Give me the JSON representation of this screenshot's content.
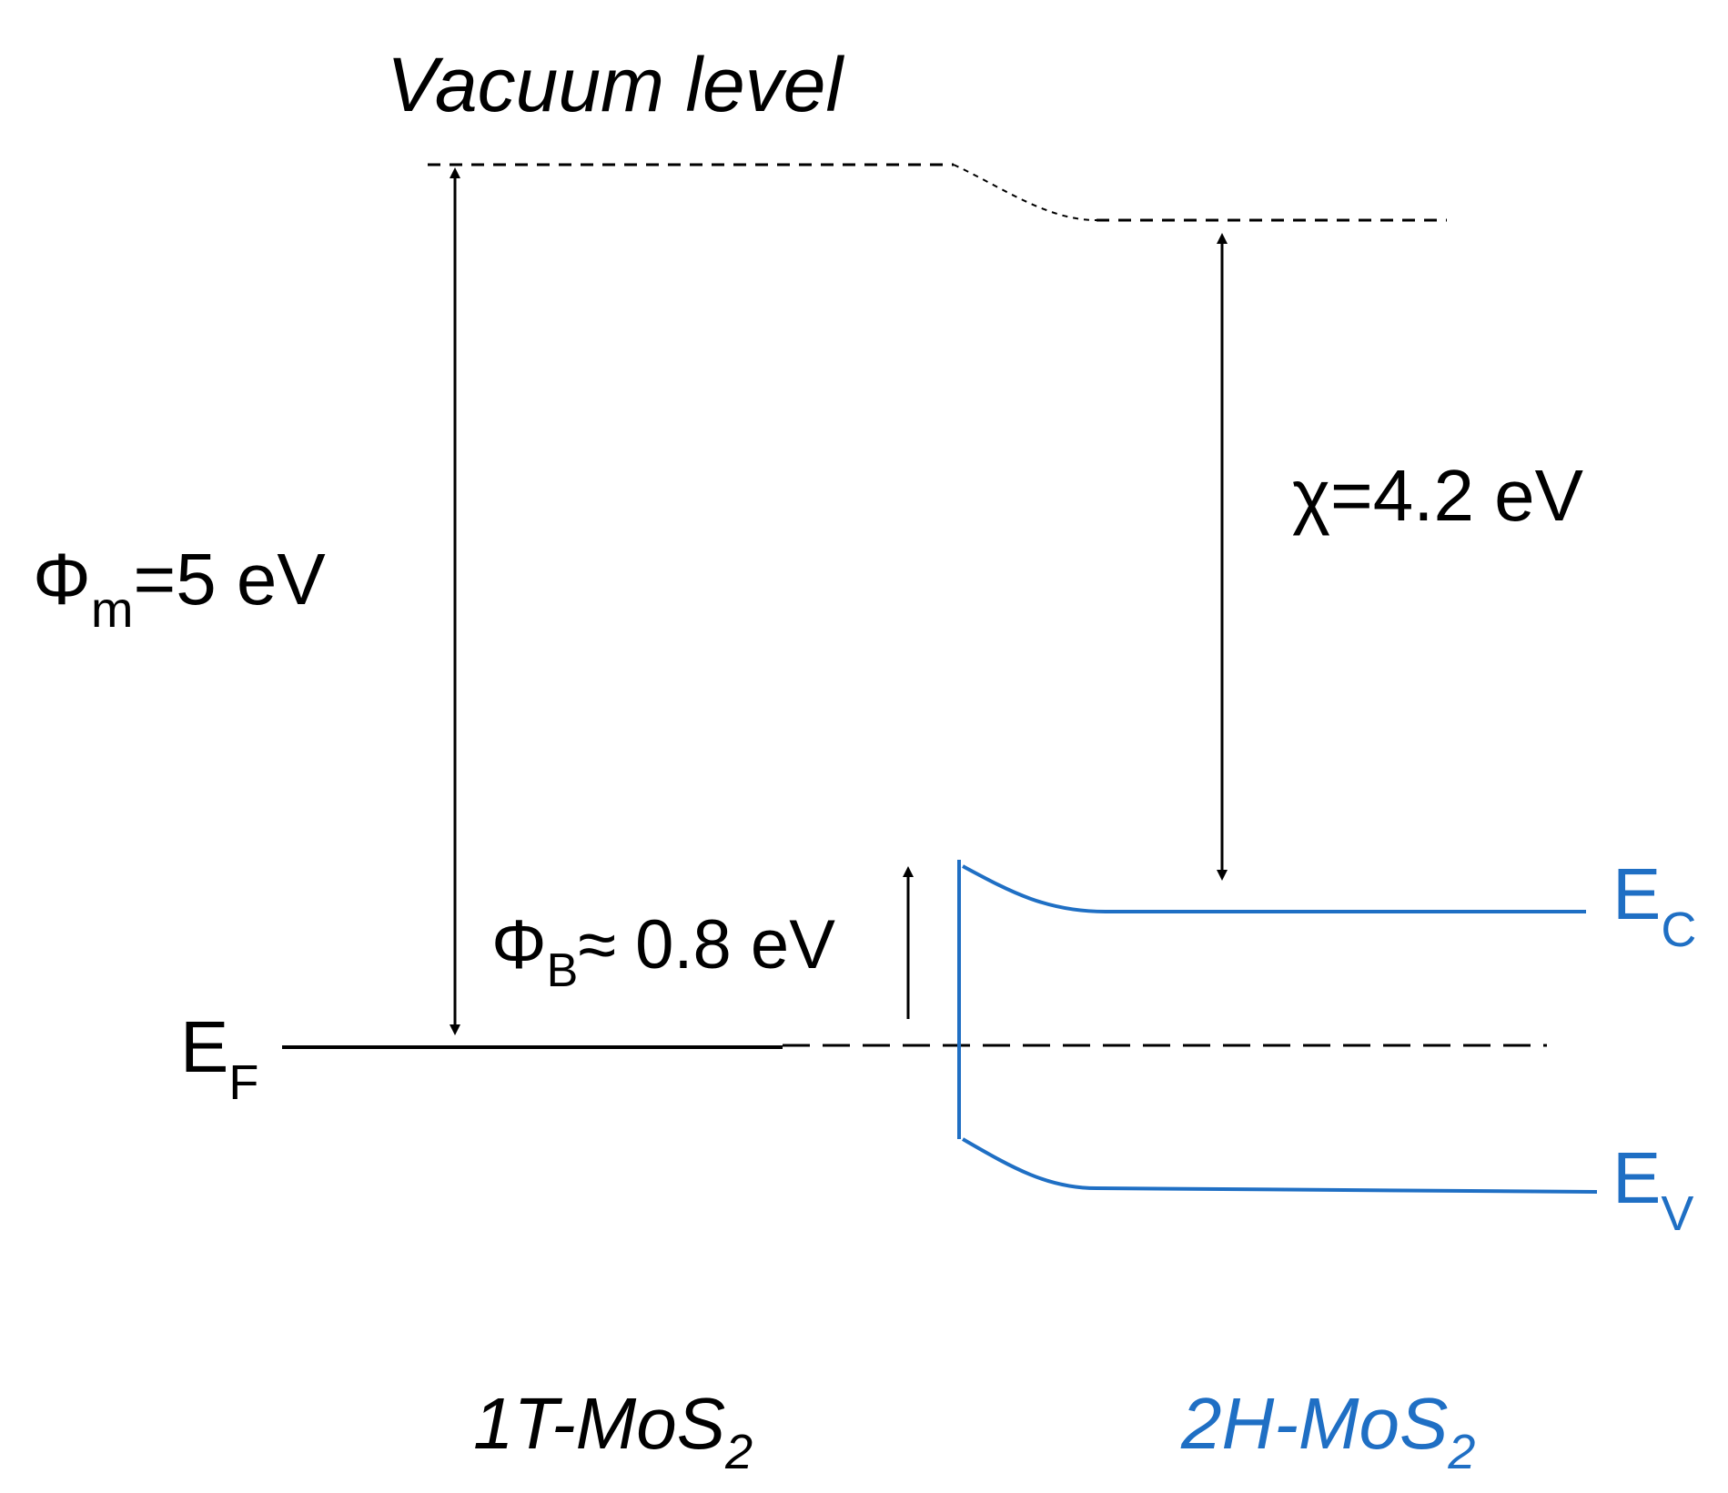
{
  "vacuum_label": "Vacuum level",
  "phi_m": {
    "symbol": "Φ",
    "sub": "m",
    "rest": "=5 eV"
  },
  "chi": {
    "symbol": "χ",
    "rest": "=4.2 eV"
  },
  "phi_b": {
    "symbol": "Φ",
    "sub": "B",
    "rest": "≈ 0.8 eV"
  },
  "ef": {
    "main": "E",
    "sub": "F"
  },
  "ec": {
    "main": "E",
    "sub": "C"
  },
  "ev": {
    "main": "E",
    "sub": "V"
  },
  "material_1t": {
    "main": "1T-MoS",
    "sub": "2"
  },
  "material_2h": {
    "main": "2H-MoS",
    "sub": "2"
  },
  "colors": {
    "black": "#000000",
    "blue": "#1f6fc4"
  }
}
